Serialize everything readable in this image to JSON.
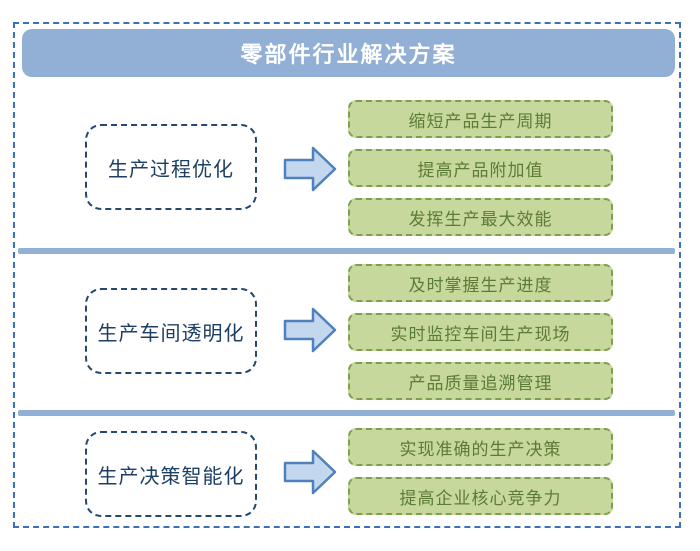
{
  "title": "零部件行业解决方案",
  "sections": [
    {
      "label": "生产过程优化",
      "arrow_icon": "block-right-arrow",
      "items": [
        "缩短产品生产周期",
        "提高产品附加值",
        "发挥生产最大效能"
      ]
    },
    {
      "label": "生产车间透明化",
      "arrow_icon": "block-right-arrow",
      "items": [
        "及时掌握生产进度",
        "实时监控车间生产现场",
        "产品质量追溯管理"
      ]
    },
    {
      "label": "生产决策智能化",
      "arrow_icon": "block-right-arrow",
      "items": [
        "实现准确的生产决策",
        "提高企业核心竞争力"
      ]
    }
  ],
  "colors": {
    "title_bar_fill": "#92afd6",
    "divider_fill": "#92afd6",
    "outer_border": "#3a70be",
    "category_box_border": "#24486f",
    "category_box_text": "#1d3f66",
    "item_box_fill": "#c6d89c",
    "item_box_border": "#7e9e50",
    "item_box_text": "#5c7b36",
    "arrow_fill": "#c3d7ef",
    "arrow_stroke": "#4f81bd"
  }
}
